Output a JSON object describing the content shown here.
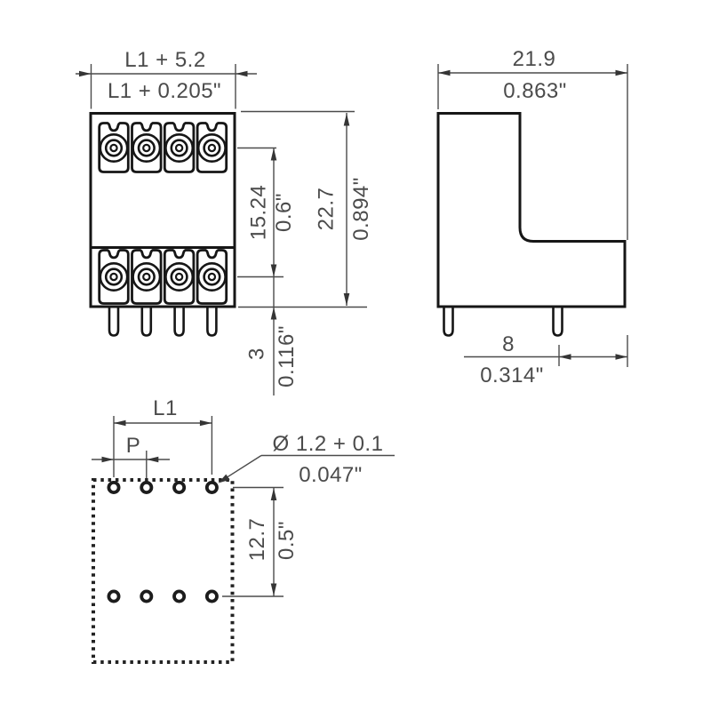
{
  "drawing_title": "connector-dimension-drawing",
  "colors": {
    "outline": "#161616",
    "dimension": "#4b4b4b",
    "background": "#ffffff"
  },
  "front_view": {
    "width_mm": "L1 + 5.2",
    "width_in": "L1 + 0.205\"",
    "row_spacing_mm": "15.24",
    "row_spacing_in": "0.6\"",
    "height_mm": "22.7",
    "height_in": "0.894\"",
    "pin_length_mm": "3",
    "pin_length_in": "0.116\"",
    "poles_per_row": 4
  },
  "side_view": {
    "depth_mm": "21.9",
    "depth_in": "0.863\"",
    "pin_offset_mm": "8",
    "pin_offset_in": "0.314\""
  },
  "drill_plan": {
    "length_label": "L1",
    "pitch_label": "P",
    "hole_dia_mm": "Ø 1.2 + 0.1",
    "hole_dia_in": "0.047\"",
    "row_spacing_mm": "12.7",
    "row_spacing_in": "0.5\"",
    "holes_per_row": 4
  }
}
